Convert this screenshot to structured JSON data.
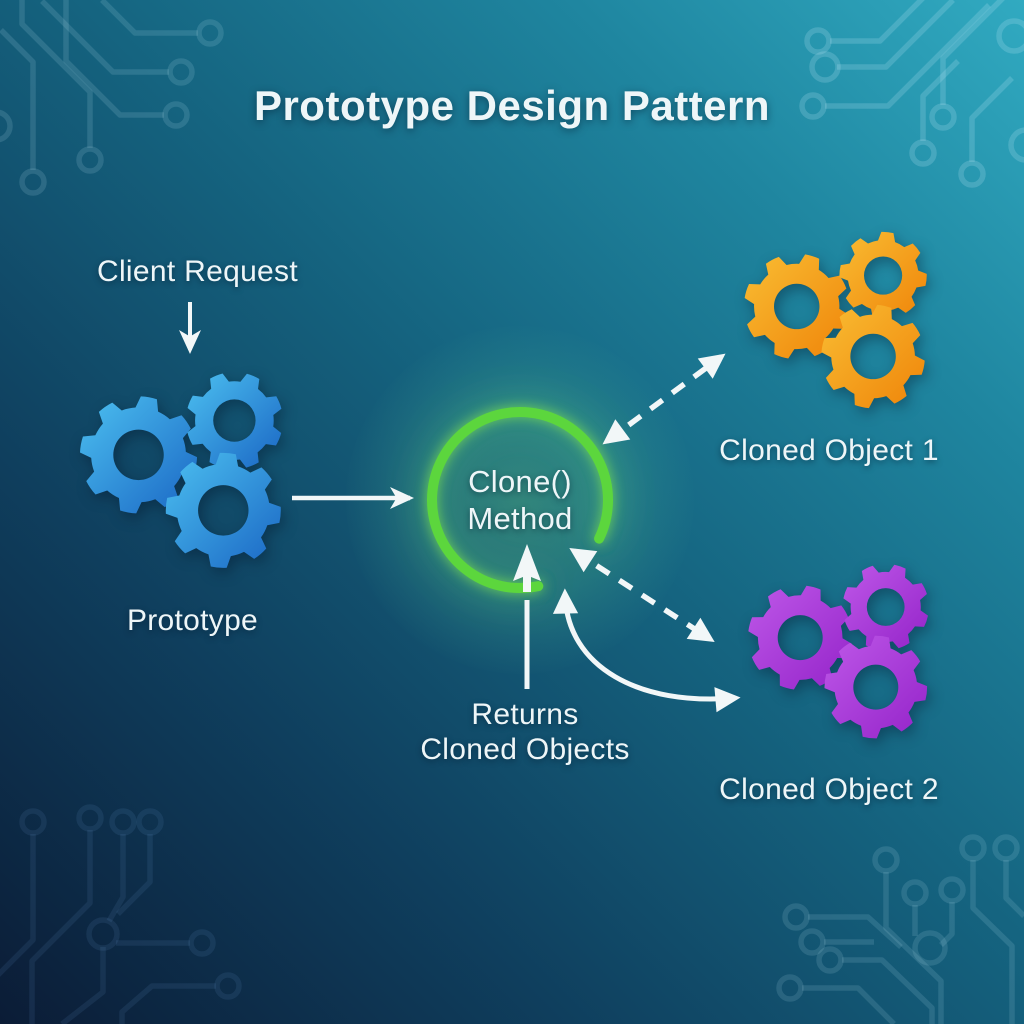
{
  "title": "Prototype Design Pattern",
  "labels": {
    "client_request": "Client Request",
    "prototype": "Prototype",
    "clone_line1": "Clone()",
    "clone_line2": "Method",
    "returns_line1": "Returns",
    "returns_line2": "Cloned Objects",
    "cloned_object_1": "Cloned Object 1",
    "cloned_object_2": "Cloned Object 2"
  },
  "colors": {
    "bg_top_right": "#31aac1",
    "bg_mid": "#156480",
    "bg_bottom_left": "#0b1c36",
    "text": "#eef6f8",
    "arrow": "#f2f7f8",
    "accent_green": "#5cd63c",
    "gear_blue_light": "#4cc0f0",
    "gear_blue_dark": "#1a66c4",
    "gear_orange_light": "#f9bd33",
    "gear_orange_dark": "#ef8409",
    "gear_purple_light": "#be58e8",
    "gear_purple_dark": "#9423c9"
  }
}
